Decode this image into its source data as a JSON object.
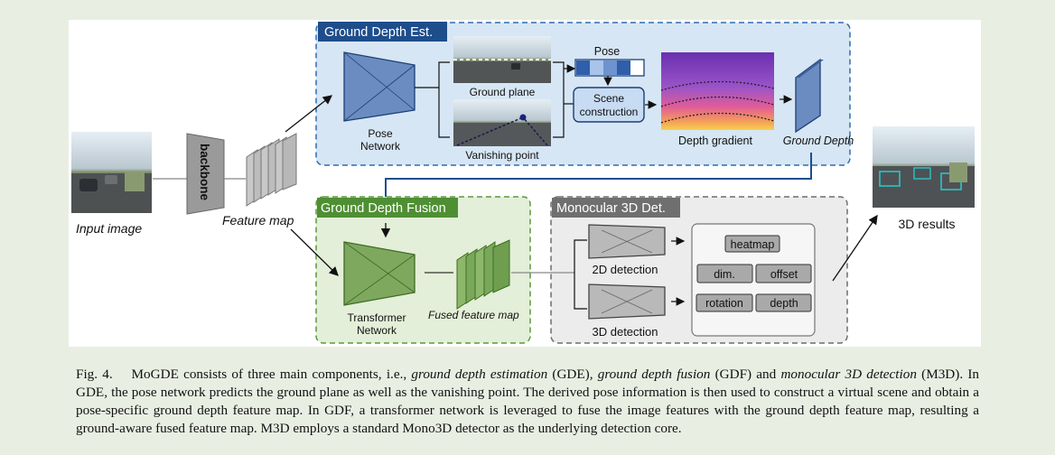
{
  "diagram": {
    "input_label": "Input image",
    "backbone_label": "backbone",
    "feature_map_label": "Feature map",
    "gde": {
      "title": "Ground Depth Est.",
      "pose_network_line1": "Pose",
      "pose_network_line2": "Network",
      "ground_plane_label": "Ground plane",
      "vanishing_point_label": "Vanishing point",
      "pose_label": "Pose",
      "scene_construction_line1": "Scene",
      "scene_construction_line2": "construction",
      "depth_gradient_label": "Depth gradient",
      "ground_depth_label": "Ground Depth"
    },
    "gdf": {
      "title": "Ground Depth Fusion",
      "transformer_line1": "Transformer",
      "transformer_line2": "Network",
      "fused_feature_map_label": "Fused feature map"
    },
    "m3d": {
      "title": "Monocular 3D Det.",
      "detection_2d_label": "2D detection",
      "detection_3d_label": "3D detection",
      "heads": {
        "heatmap": "heatmap",
        "dim": "dim.",
        "offset": "offset",
        "rotation": "rotation",
        "depth": "depth"
      }
    },
    "results_label": "3D results",
    "colors": {
      "gde_bg": "#d6e6f4",
      "gde_border": "#2f6db3",
      "gde_title_bg": "#1e4d8c",
      "gdf_bg": "#e3efd8",
      "gdf_border": "#5a9a3c",
      "gdf_title_bg": "#4f8f33",
      "m3d_bg": "#ececec",
      "m3d_border": "#6d6d6d",
      "m3d_title_bg": "#6f6f6f"
    }
  },
  "caption": {
    "fig_label": "Fig. 4.",
    "p1": "MoGDE consists of three main components, i.e.,",
    "p1_it": "ground depth estimation",
    "p2": "(GDE),",
    "p2_it": "ground depth fusion",
    "p3": "(GDF) and",
    "p3_it": "monocular 3D detection",
    "p4": "(M3D). In GDE, the pose network predicts the ground plane as well as the vanishing point. The derived pose information is then used to construct a virtual scene and obtain a pose-specific ground depth feature map. In GDF, a transformer network is leveraged to fuse the image features with the ground depth feature map, resulting a ground-aware fused feature map. M3D employs a standard Mono3D detector as the underlying detection core."
  }
}
